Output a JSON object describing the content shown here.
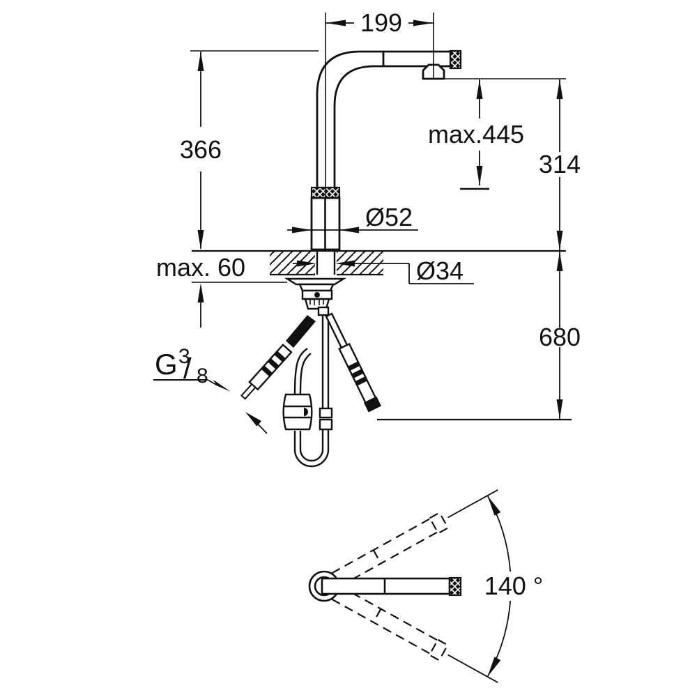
{
  "colors": {
    "ink": "#111111",
    "paper": "#ffffff"
  },
  "front_view": {
    "dim_spout_reach": "199",
    "dim_spout_height": "366",
    "dim_max_height": "max.445",
    "dim_outlet_to_deck": "314",
    "dim_body_diameter": "Ø52",
    "dim_deck_thickness": "max. 60",
    "dim_hole_diameter": "Ø34",
    "dim_hose_drop": "680",
    "thread_label": {
      "prefix": "G",
      "numerator": "3",
      "slash": "/",
      "denominator": "8"
    }
  },
  "top_view": {
    "dim_swivel_angle": "140 °"
  }
}
